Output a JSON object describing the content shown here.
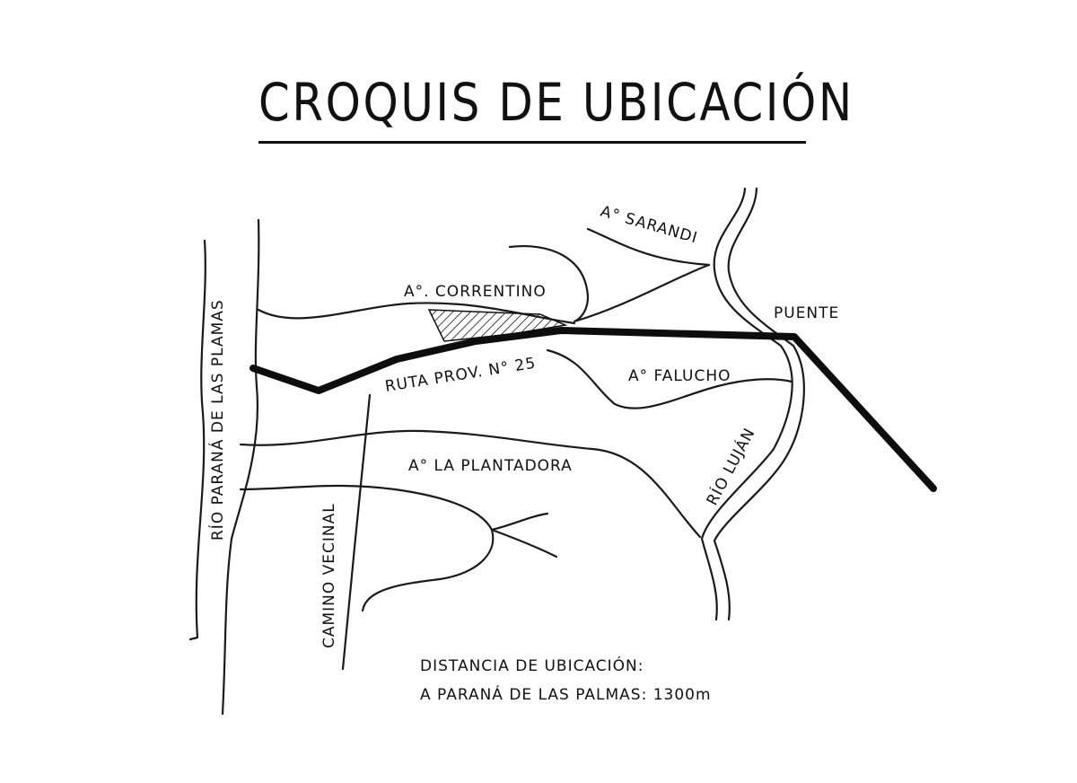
{
  "title": "CROQUIS DE UBICACIÓN",
  "labels": {
    "arroyo_sarandi": "A° SARANDI",
    "arroyo_correntino": "A°. CORRENTINO",
    "puente": "PUENTE",
    "ruta": "RUTA PROV. N° 25",
    "arroyo_falucho": "A° FALUCHO",
    "arroyo_plantadora": "A° LA PLANTADORA",
    "rio_parana": "RÍO PARANÁ DE LAS PLAMAS",
    "camino_vecinal": "CAMINO VECINAL",
    "rio_lujan": "RÍO LUJÁN"
  },
  "note": {
    "line1": "DISTANCIA DE UBICACIÓN:",
    "line2": "A PARANÁ DE LAS PALMAS: 1300m"
  }
}
